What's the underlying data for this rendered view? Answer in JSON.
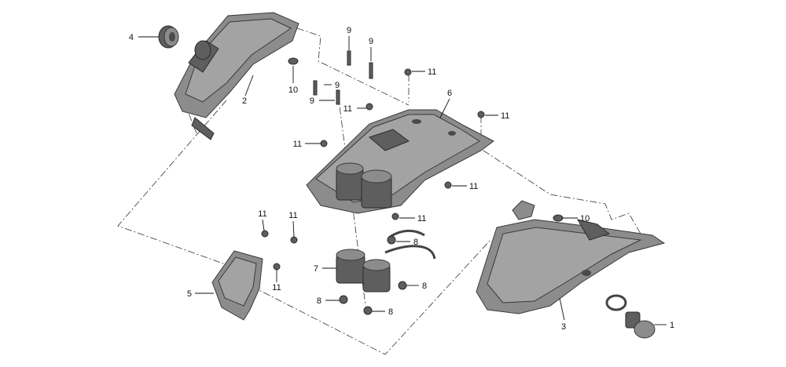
{
  "callouts": {
    "c1": "1",
    "c2": "2",
    "c3": "3",
    "c4": "4",
    "c5": "5",
    "c6": "6",
    "c7": "7",
    "c8a": "8",
    "c8b": "8",
    "c8c": "8",
    "c8d": "8",
    "c9a": "9",
    "c9b": "9",
    "c9c": "9",
    "c9d": "9",
    "c10a": "10",
    "c10b": "10",
    "c11a": "11",
    "c11b": "11",
    "c11c": "11",
    "c11d": "11",
    "c11e": "11",
    "c11f": "11",
    "c11g": "11",
    "c11h": "11",
    "c11i": "11"
  },
  "colors": {
    "part": "#8c8c8c",
    "part_shadow": "#5e5e5e",
    "line": "#111111"
  }
}
